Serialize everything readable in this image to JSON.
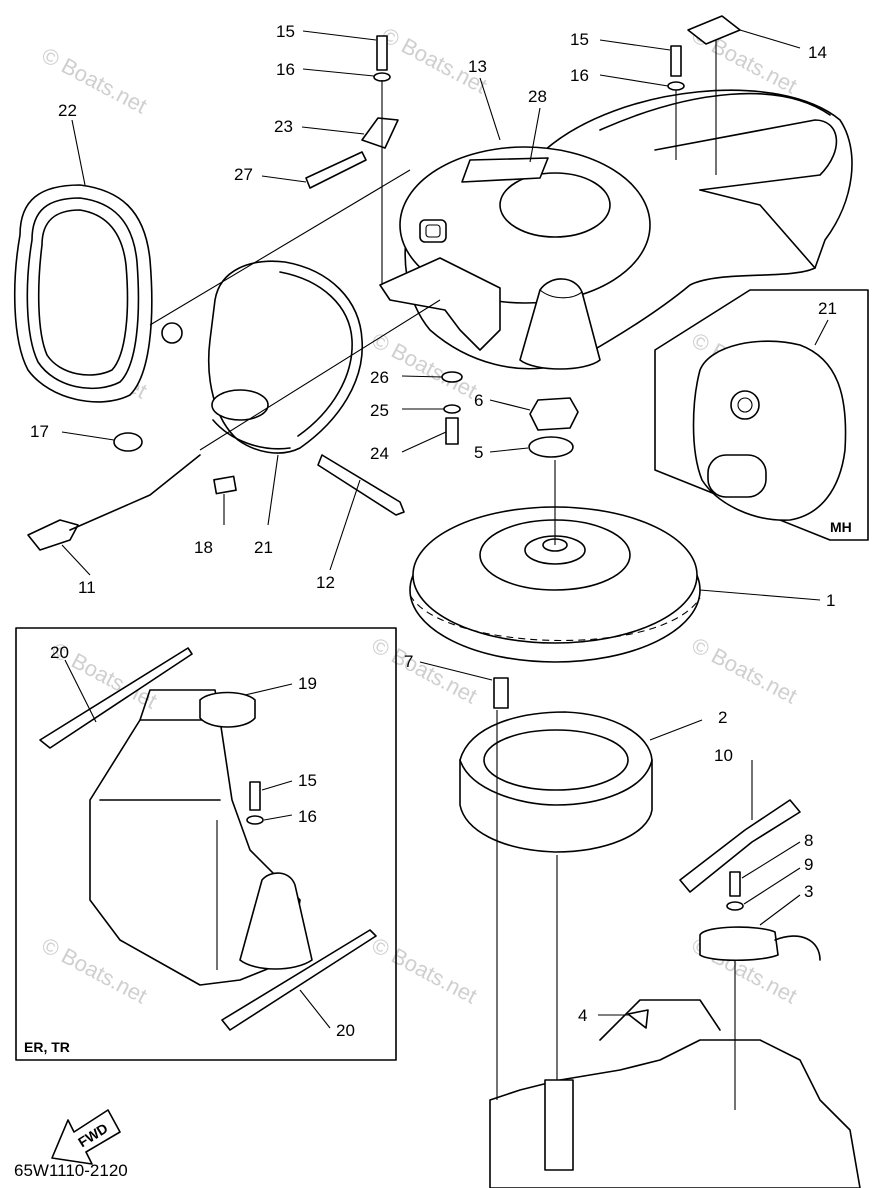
{
  "watermark": "© Boats.net",
  "part_code": "65W1110-2120",
  "fwd_label": "FWD",
  "inset_tags": {
    "mh": "MH",
    "er_tr": "ER, TR"
  },
  "callouts": {
    "c15a": "15",
    "c16a": "16",
    "c13": "13",
    "c28": "28",
    "c15b": "15",
    "c16b": "16",
    "c14": "14",
    "c22": "22",
    "c23": "23",
    "c27": "27",
    "c21a": "21",
    "c26": "26",
    "c6": "6",
    "c25": "25",
    "c5": "5",
    "c24": "24",
    "c17": "17",
    "c18": "18",
    "c21b": "21",
    "c12": "12",
    "c11": "11",
    "c1": "1",
    "c7": "7",
    "c2": "2",
    "c10": "10",
    "c8": "8",
    "c9": "9",
    "c3": "3",
    "c4": "4",
    "c20a": "20",
    "c19": "19",
    "c15c": "15",
    "c16c": "16",
    "c20b": "20"
  }
}
